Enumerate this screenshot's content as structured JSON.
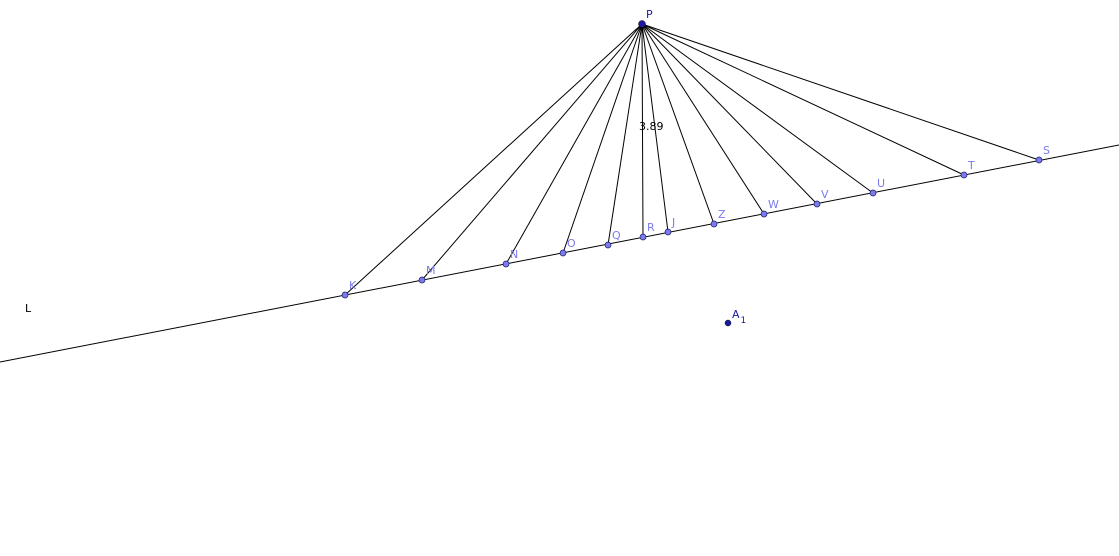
{
  "apex": {
    "label": "P"
  },
  "line": {
    "label": "L"
  },
  "measurement": {
    "value": "3.89"
  },
  "base_points": [
    {
      "label": "K"
    },
    {
      "label": "M"
    },
    {
      "label": "N"
    },
    {
      "label": "O"
    },
    {
      "label": "Q"
    },
    {
      "label": "R"
    },
    {
      "label": "J"
    },
    {
      "label": "Z"
    },
    {
      "label": "W"
    },
    {
      "label": "V"
    },
    {
      "label": "U"
    },
    {
      "label": "T"
    },
    {
      "label": "S"
    }
  ],
  "free_point": {
    "label": "A",
    "subscript": "1"
  },
  "colors": {
    "segment": "#000000",
    "base_point_fill": "#7b7bf0",
    "base_point_label": "#7a7aee",
    "apex_fill": "#1a1aa0",
    "apex_label": "#1a1aa0"
  }
}
